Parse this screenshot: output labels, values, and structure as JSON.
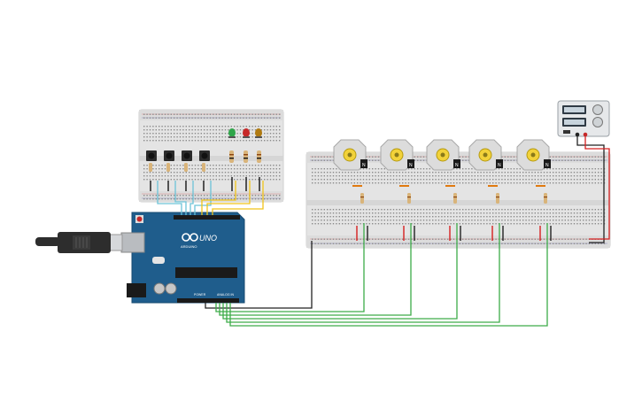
{
  "arduino": {
    "board_name": "UNO",
    "brand_text": "ARDUINO",
    "power_label": "POWER",
    "analog_label": "ANALOG IN",
    "body_color": "#1f5d8c"
  },
  "power_supply": {
    "color": "#e6e8ea"
  },
  "leds": [
    {
      "color": "#2fa64a"
    },
    {
      "color": "#c62828"
    },
    {
      "color": "#b07a10"
    }
  ],
  "wire_colors": {
    "digital": "#6cc3d8",
    "signal": "#f0c419",
    "motor_drive": "#3dac49",
    "ground": "#222222",
    "supply_positive": "#d62020"
  },
  "counts": {
    "motors": 5,
    "buttons": 4,
    "leds": 3
  }
}
